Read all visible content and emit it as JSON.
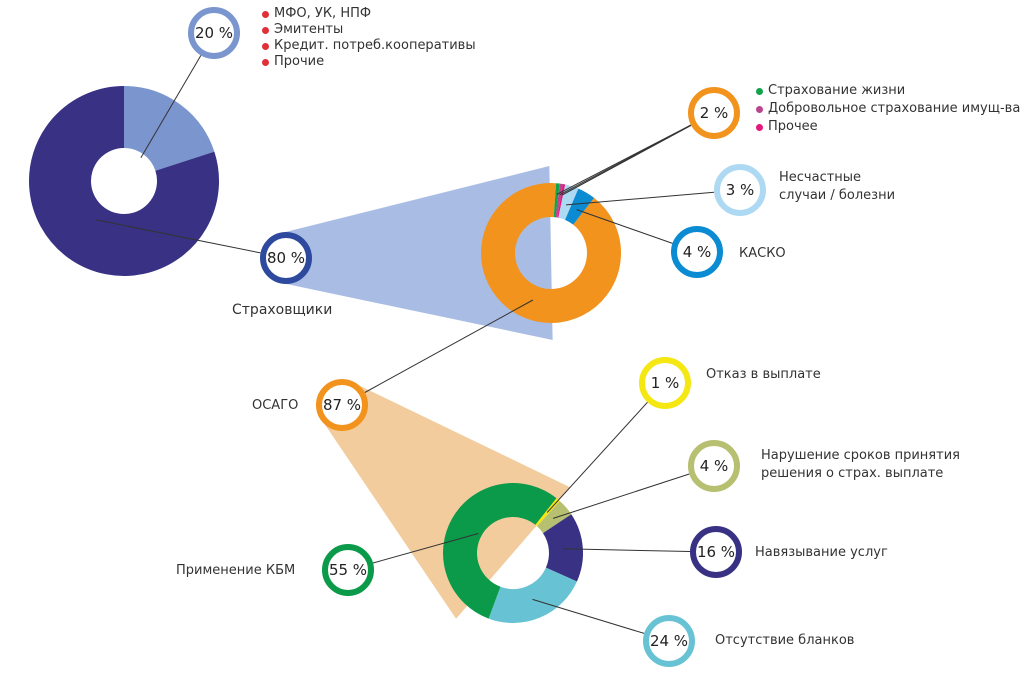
{
  "chart_data": [
    {
      "type": "pie",
      "variant": "donut",
      "id": "market",
      "slices": [
        {
          "key": "other",
          "value": 20,
          "color": "#7b95cf",
          "pct_label": "20 %"
        },
        {
          "key": "insurers",
          "value": 80,
          "color": "#383184",
          "pct_label": "80 %",
          "name": "Страховщики"
        }
      ],
      "legend": {
        "dot_color": "#e0303a",
        "items": [
          "МФО, УК, НПФ",
          "Эмитенты",
          "Кредит. потреб.кооперативы",
          "Прочие"
        ]
      }
    },
    {
      "type": "pie",
      "variant": "donut",
      "id": "insurers",
      "slices": [
        {
          "key": "osago",
          "value": 87,
          "color": "#f2931e",
          "pct_label": "87 %",
          "name": "ОСАГО"
        },
        {
          "key": "life",
          "value": 0.8,
          "color": "#12a24a"
        },
        {
          "key": "property",
          "value": 0.7,
          "color": "#b9458e"
        },
        {
          "key": "misc",
          "value": 0.5,
          "color": "#e5177e"
        },
        {
          "key": "accidents",
          "value": 3,
          "color": "#aed9f3",
          "pct_label": "3 %",
          "name": "Несчастные случаи / болезни"
        },
        {
          "key": "kasko",
          "value": 4,
          "color": "#0a8bd2",
          "pct_label": "4 %",
          "name": "КАСКО"
        }
      ],
      "group_label": {
        "pct_label": "2 %",
        "ring_color": "#f2931e"
      },
      "legend": {
        "items": [
          {
            "label": "Страхование жизни",
            "color": "#12a24a"
          },
          {
            "label": "Добровольное страхование имущ-ва",
            "color": "#b9458e"
          },
          {
            "label": "Прочее",
            "color": "#e5177e"
          }
        ]
      }
    },
    {
      "type": "pie",
      "variant": "donut",
      "id": "osago",
      "slices": [
        {
          "key": "refusal",
          "value": 1,
          "color": "#f5e711",
          "pct_label": "1 %",
          "name": "Отказ в выплате"
        },
        {
          "key": "deadline",
          "value": 4,
          "color": "#b7bf70",
          "pct_label": "4 %",
          "name": "Нарушение сроков принятия решения о страх. выплате"
        },
        {
          "key": "imposed",
          "value": 16,
          "color": "#383184",
          "pct_label": "16 %",
          "name": "Навязывание услуг"
        },
        {
          "key": "blanks",
          "value": 24,
          "color": "#67c3d3",
          "pct_label": "24 %",
          "name": "Отсутствие бланков"
        },
        {
          "key": "kbm",
          "value": 55,
          "color": "#0a9a49",
          "pct_label": "55 %",
          "name": "Применение КБМ"
        }
      ]
    }
  ],
  "labels": {
    "insurers": "Страховщики",
    "osago": "ОСАГО",
    "accidents_line1": "Несчастные",
    "accidents_line2": "случаи / болезни",
    "kasko": "КАСКО",
    "refusal": "Отказ в выплате",
    "deadline_line1": "Нарушение сроков принятия",
    "deadline_line2": "решения о страх. выплате",
    "imposed": "Навязывание услуг",
    "blanks": "Отсутствие бланков",
    "kbm": "Применение КБМ"
  },
  "colors": {
    "funnel_blue": "#a9bde4",
    "funnel_orange": "#f2cc9c",
    "leader_line": "#333333"
  }
}
